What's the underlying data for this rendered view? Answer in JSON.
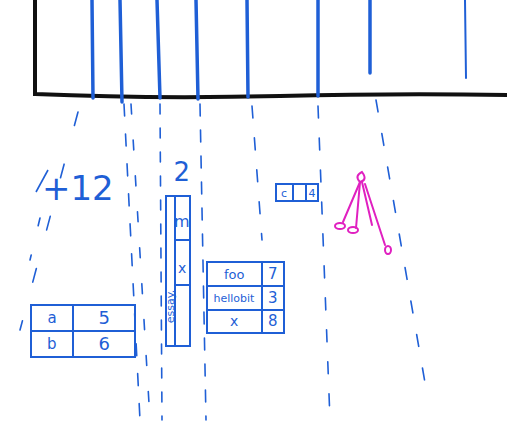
{
  "diagram": {
    "labels": [
      "+12",
      "2",
      "c",
      "4",
      "m",
      "x",
      "essay.",
      "foo",
      "7",
      "hellobit",
      "3",
      "x",
      "8",
      "a",
      "5",
      "b",
      "6"
    ]
  }
}
